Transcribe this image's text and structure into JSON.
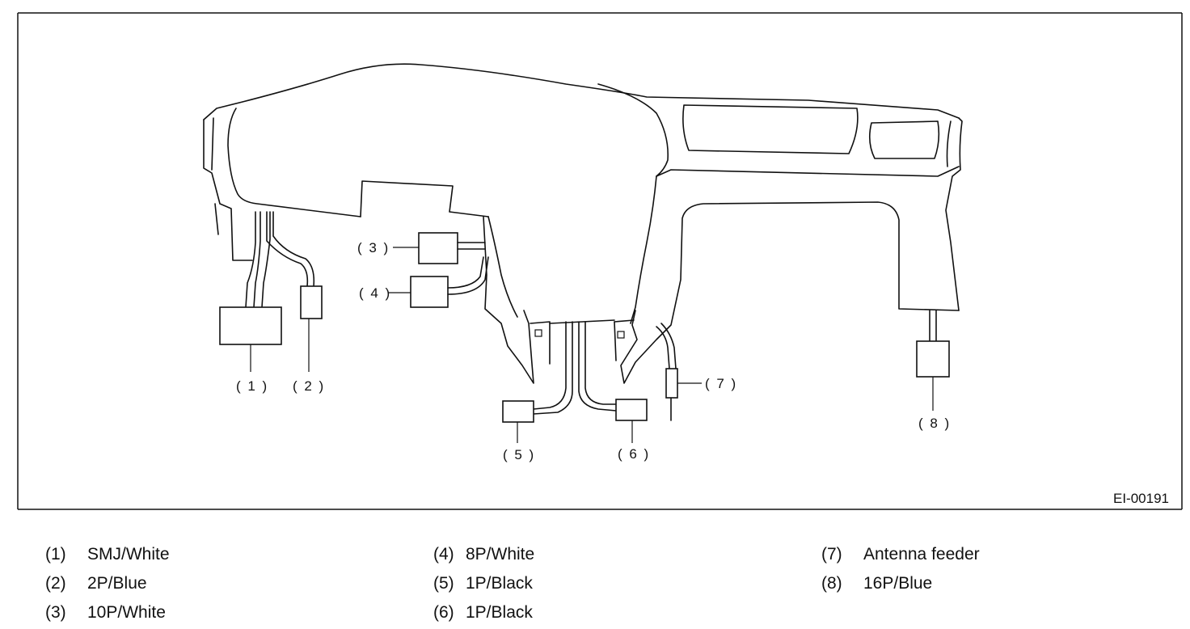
{
  "figure_id": "EI-00191",
  "callouts": {
    "c1": "( 1 )",
    "c2": "( 2 )",
    "c3": "( 3 )",
    "c4": "( 4 )",
    "c5": "( 5 )",
    "c6": "( 6 )",
    "c7": "( 7 )",
    "c8": "( 8 )"
  },
  "legend": [
    {
      "num": "(1)",
      "label": "SMJ/White"
    },
    {
      "num": "(2)",
      "label": "2P/Blue"
    },
    {
      "num": "(3)",
      "label": "10P/White"
    },
    {
      "num": "(4)",
      "label": "8P/White"
    },
    {
      "num": "(5)",
      "label": "1P/Black"
    },
    {
      "num": "(6)",
      "label": "1P/Black"
    },
    {
      "num": "(7)",
      "label": "Antenna feeder"
    },
    {
      "num": "(8)",
      "label": "16P/Blue"
    }
  ]
}
